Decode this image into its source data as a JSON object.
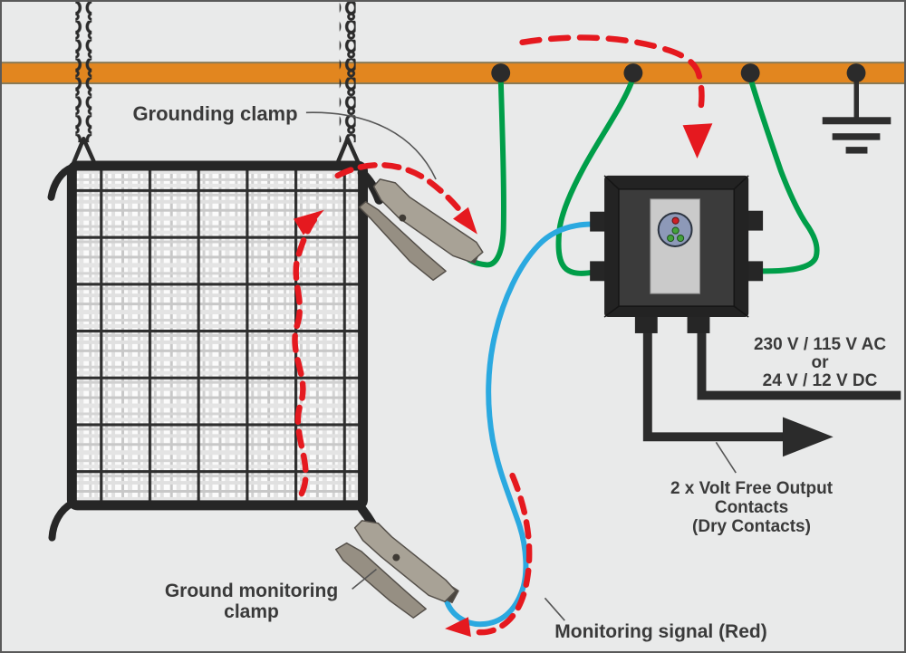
{
  "diagram": {
    "type": "grounding-monitoring-system-illustration",
    "labels": {
      "grounding_clamp": "Grounding clamp",
      "ground_monitoring_clamp": [
        "Ground monitoring",
        "clamp"
      ],
      "monitoring_signal": "Monitoring signal (Red)",
      "power_supply": [
        "230 V / 115 V AC",
        "or",
        "24 V / 12 V DC"
      ],
      "output_contacts": [
        "2 x Volt Free Output",
        "Contacts",
        "(Dry Contacts)"
      ]
    },
    "colors": {
      "background": "#e9eaea",
      "busbar_orange": "#e2861f",
      "busbar_edge": "#8a7a55",
      "wire_green": "#009e49",
      "wire_blue": "#2ba9e0",
      "signal_red": "#e5191f",
      "structure_black": "#2b2b2b",
      "clamp_gray": "#a8a296",
      "led_red": "#cc2026",
      "led_green": "#44a13d",
      "led_panel_circle": "#8d99b8",
      "text": "#3a3a3a"
    },
    "components": {
      "busbar_connection_points": 4,
      "monitor_leds": [
        "red",
        "green",
        "green",
        "green"
      ],
      "hanging_chains": 2
    }
  }
}
